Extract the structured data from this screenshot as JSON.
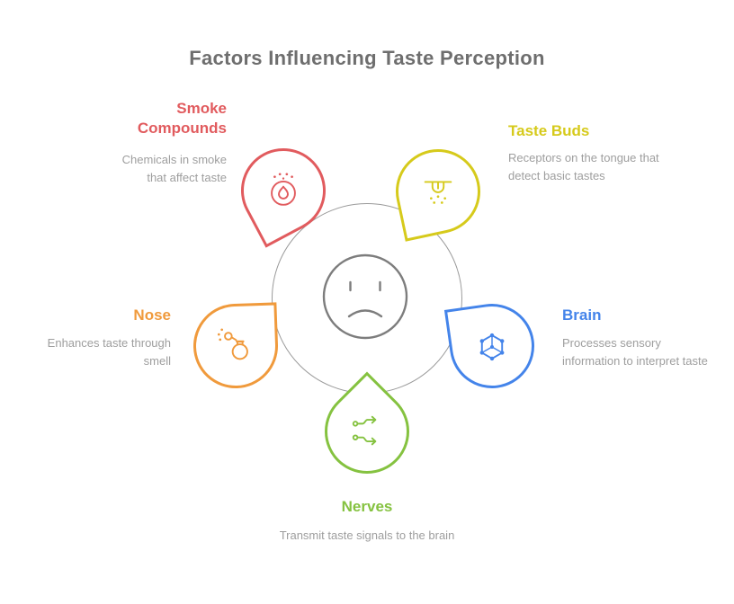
{
  "title": "Factors Influencing Taste Perception",
  "colors": {
    "title": "#6e6e6e",
    "ring": "#9a9a9a",
    "face": "#7d7d7d",
    "description": "#9e9e9e"
  },
  "center": {
    "icon": "frowning-face-icon"
  },
  "nodes": [
    {
      "id": "smoke-compounds",
      "label": "Smoke Compounds",
      "description": "Chemicals in smoke that affect taste",
      "color": "#e15b5e",
      "icon": "smoke-particles-flame-icon"
    },
    {
      "id": "taste-buds",
      "label": "Taste Buds",
      "description": "Receptors on the tongue that detect basic tastes",
      "color": "#d6ca1b",
      "icon": "taste-bud-icon"
    },
    {
      "id": "brain",
      "label": "Brain",
      "description": "Processes sensory information to interpret taste",
      "color": "#4484ea",
      "icon": "molecule-icon"
    },
    {
      "id": "nose",
      "label": "Nose",
      "description": "Enhances taste through smell",
      "color": "#f09a3c",
      "icon": "perfume-atomizer-icon"
    },
    {
      "id": "nerves",
      "label": "Nerves",
      "description": "Transmit taste signals to the brain",
      "color": "#85c240",
      "icon": "nerve-signals-icon"
    }
  ]
}
